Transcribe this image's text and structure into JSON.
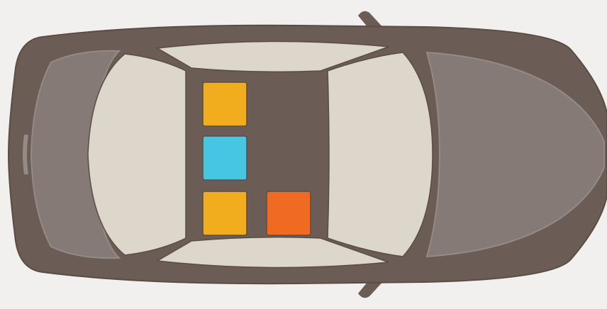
{
  "colors": {
    "background": "#f2f0ee",
    "body": "#6b5d55",
    "body_outline": "#5a4d46",
    "glass": "#857a76",
    "glass_edge": "#948a86",
    "interior": "#ddd6cb",
    "yellow": "#f2ad1f",
    "blue": "#46c6e3",
    "orange": "#f06a22"
  },
  "seats": [
    {
      "name": "seat-front-left",
      "color_key": "yellow"
    },
    {
      "name": "seat-middle-left",
      "color_key": "blue"
    },
    {
      "name": "seat-rear-left",
      "color_key": "yellow"
    },
    {
      "name": "seat-rear-right",
      "color_key": "orange"
    }
  ]
}
